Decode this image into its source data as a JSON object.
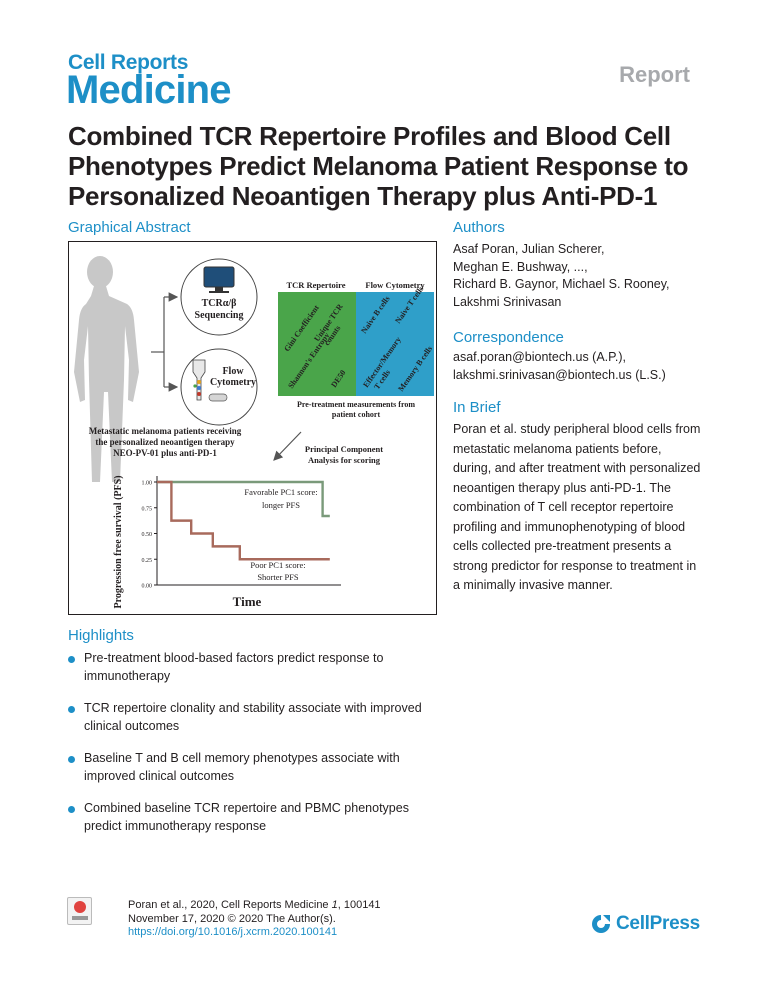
{
  "header": {
    "journal_line1": "Cell Reports",
    "journal_line2": "Medicine",
    "article_type": "Report"
  },
  "title": "Combined TCR Repertoire Profiles and Blood Cell Phenotypes Predict Melanoma Patient Response to Personalized Neoantigen Therapy plus Anti-PD-1",
  "graphical_abstract": {
    "heading": "Graphical Abstract",
    "sequencing_label_1": "TCRα/β",
    "sequencing_label_2": "Sequencing",
    "flow_label_1": "Flow",
    "flow_label_2": "Cytometry",
    "patient_caption_1": "Metastatic melanoma patients receiving",
    "patient_caption_2": "the personalized neoantigen therapy",
    "patient_caption_3": "NEO-PV-01 plus anti-PD-1",
    "tcr_header": "TCR Repertoire",
    "flow_header": "Flow Cytometry",
    "tcr_features": [
      "Gini Coefficient",
      "Unique TCR",
      "counts",
      "Shannon's Entropy",
      "DE50"
    ],
    "flow_features": [
      "Naive B cells",
      "Naive T cells",
      "Effector/Memory",
      "T cells",
      "Memory B cells"
    ],
    "pretreatment_caption_1": "Pre-treatment measurements from",
    "pretreatment_caption_2": "patient cohort",
    "pca_caption_1": "Principal Component",
    "pca_caption_2": "Analysis for scoring",
    "colors": {
      "tcr_panel": "#4aa54a",
      "flow_panel": "#2f9fc9",
      "favorable_curve": "#7a9a7a",
      "poor_curve": "#a86a5c"
    }
  },
  "chart_data": {
    "type": "line",
    "xlabel": "Time",
    "ylabel": "Progression free survival (PFS)",
    "ylim": [
      0,
      1
    ],
    "y_ticks": [
      "0.00",
      "0.25",
      "0.50",
      "0.75",
      "1.00"
    ],
    "y_tick_values": [
      0,
      0.25,
      0.5,
      0.75,
      1.0
    ],
    "x_range": [
      0,
      100
    ],
    "grid": false,
    "series": [
      {
        "label": "Favorable PC1 score: longer PFS",
        "label_line1": "Favorable PC1 score:",
        "label_line2": "longer PFS",
        "color": "#7a9a7a",
        "x": [
          0,
          92,
          92,
          96
        ],
        "y": [
          1.0,
          1.0,
          0.67,
          0.67
        ]
      },
      {
        "label": "Poor PC1 score: Shorter PFS",
        "label_line1": "Poor PC1 score:",
        "label_line2": "Shorter PFS",
        "color": "#a86a5c",
        "x": [
          0,
          8,
          8,
          19,
          19,
          31,
          31,
          46,
          46,
          96
        ],
        "y": [
          1.0,
          1.0,
          0.625,
          0.625,
          0.5,
          0.5,
          0.375,
          0.375,
          0.25,
          0.25
        ]
      }
    ]
  },
  "authors": {
    "heading": "Authors",
    "lines": [
      "Asaf Poran, Julian Scherer,",
      "Meghan E. Bushway, ...,",
      "Richard B. Gaynor, Michael S. Rooney,",
      "Lakshmi Srinivasan"
    ]
  },
  "correspondence": {
    "heading": "Correspondence",
    "lines": [
      "asaf.poran@biontech.us (A.P.),",
      "lakshmi.srinivasan@biontech.us (L.S.)"
    ]
  },
  "in_brief": {
    "heading": "In Brief",
    "text": "Poran et al. study peripheral blood cells from metastatic melanoma patients before, during, and after treatment with personalized neoantigen therapy plus anti-PD-1. The combination of T cell receptor repertoire profiling and immunophenotyping of blood cells collected pre-treatment presents a strong predictor for response to treatment in a minimally invasive manner."
  },
  "highlights": {
    "heading": "Highlights",
    "items": [
      "Pre-treatment blood-based factors predict response to immunotherapy",
      "TCR repertoire clonality and stability associate with improved clinical outcomes",
      "Baseline T and B cell memory phenotypes associate with improved clinical outcomes",
      "Combined baseline TCR repertoire and PBMC phenotypes predict immunotherapy response"
    ]
  },
  "citation": {
    "line1_prefix": "Poran et al., 2020, Cell Reports Medicine ",
    "volume": "1",
    "line1_suffix": ", 100141",
    "line2": "November 17, 2020 © 2020 The Author(s).",
    "doi": "https://doi.org/10.1016/j.xcrm.2020.100141"
  },
  "publisher": "CellPress"
}
